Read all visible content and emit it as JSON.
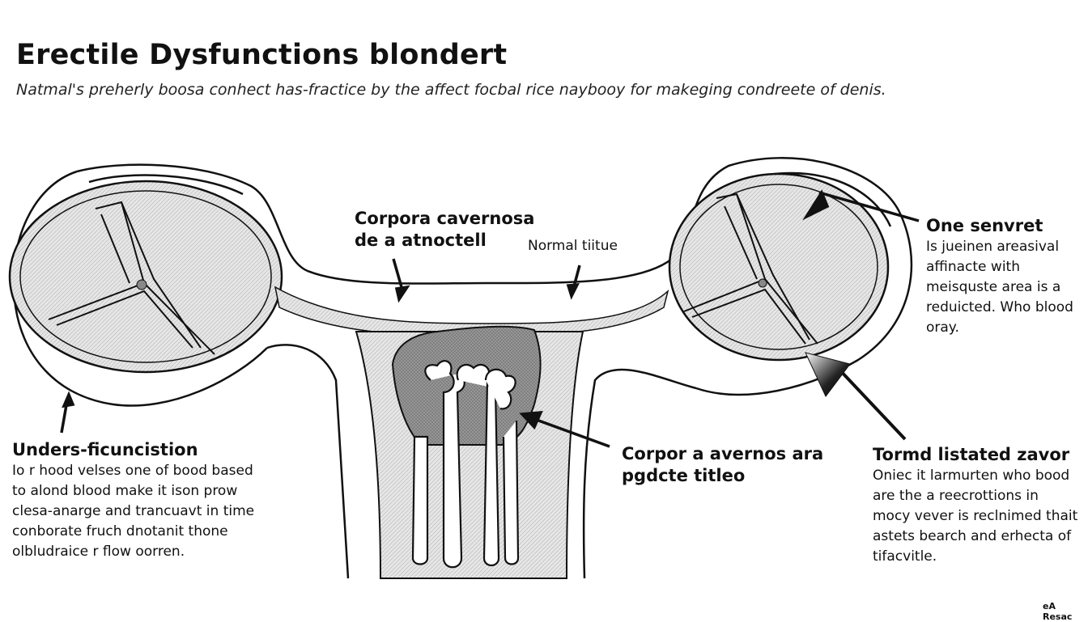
{
  "header": {
    "title": "Erectile Dysfunctions blondert",
    "subtitle": "Natmal's preherly boosa conhect has-fractice by the affect focbal rice naybooy for makeging condreete of denis."
  },
  "labels": {
    "center_top": {
      "line1": "Corpora cavernosa",
      "line2": "de a atnoctell"
    },
    "normal_tissue": "Normal tiitue",
    "top_right": {
      "heading": "One senvret",
      "body": "Is jueinen areasival\naffinacte with\nmeisquste area is a\nreduicted. Who blood\noray."
    },
    "bottom_left": {
      "heading": "Unders-ficuncistion",
      "body": "Io r hood velses one of bood based\nto alond blood make it ison prow\nclesa-anarge and trancuavt in time\nconborate fruch dnotanit thone\nolbludraice r flow oorren."
    },
    "center_bottom": {
      "line1": "Corpor a avernos ara",
      "line2": "pgdcte titleo"
    },
    "bottom_right": {
      "heading": "Tormd listated zavor",
      "body": "Oniec it larmurten who bood\nare the a reecrottions in\nmocy vever is reclnimed thait\nastets bearch and erhecta of\ntifacvitle."
    }
  },
  "credit": "eA Resac"
}
